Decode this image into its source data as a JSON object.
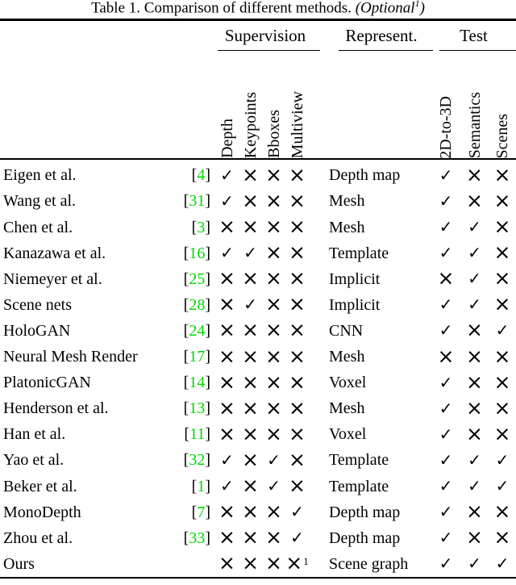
{
  "colors": {
    "citation_green": "#00D800",
    "text_black": "#000000"
  },
  "marks": {
    "yes": "✓",
    "no": "×"
  },
  "title": {
    "main": "Table 1. Comparison of different methods.",
    "optional": "(Optional",
    "optional_sup": "1",
    "optional_close": ")"
  },
  "header": {
    "groups": [
      {
        "label": "Supervision",
        "cols": [
          "Depth",
          "Keypoints",
          "Bboxes",
          "Multiview"
        ]
      },
      {
        "label": "Represent."
      },
      {
        "label": "Test",
        "cols": [
          "2D-to-3D",
          "Semantics",
          "Scenes"
        ]
      }
    ]
  },
  "rows": [
    {
      "method": "Eigen et al.",
      "cite": "4",
      "supervision": [
        "yes",
        "no",
        "no",
        "no"
      ],
      "represent": "Depth map",
      "test": [
        "yes",
        "no",
        "no"
      ]
    },
    {
      "method": "Wang et al.",
      "cite": "31",
      "supervision": [
        "yes",
        "no",
        "no",
        "no"
      ],
      "represent": "Mesh",
      "test": [
        "yes",
        "no",
        "no"
      ]
    },
    {
      "method": "Chen et al.",
      "cite": "3",
      "supervision": [
        "no",
        "no",
        "no",
        "no"
      ],
      "represent": "Mesh",
      "test": [
        "yes",
        "yes",
        "no"
      ]
    },
    {
      "method": "Kanazawa et al.",
      "cite": "16",
      "supervision": [
        "yes",
        "yes",
        "no",
        "no"
      ],
      "represent": "Template",
      "test": [
        "yes",
        "yes",
        "no"
      ]
    },
    {
      "method": "Niemeyer et al.",
      "cite": "25",
      "supervision": [
        "no",
        "no",
        "no",
        "no"
      ],
      "represent": "Implicit",
      "test": [
        "no",
        "yes",
        "no"
      ]
    },
    {
      "method": "Scene nets",
      "cite": "28",
      "supervision": [
        "no",
        "yes",
        "no",
        "no"
      ],
      "represent": "Implicit",
      "test": [
        "yes",
        "yes",
        "no"
      ]
    },
    {
      "method": "HoloGAN",
      "cite": "24",
      "supervision": [
        "no",
        "no",
        "no",
        "no"
      ],
      "represent": "CNN",
      "test": [
        "yes",
        "no",
        "yes"
      ]
    },
    {
      "method": "Neural Mesh Render",
      "cite": "17",
      "supervision": [
        "no",
        "no",
        "no",
        "no"
      ],
      "represent": "Mesh",
      "test": [
        "no",
        "no",
        "no"
      ]
    },
    {
      "method": "PlatonicGAN",
      "cite": "14",
      "supervision": [
        "no",
        "no",
        "no",
        "no"
      ],
      "represent": "Voxel",
      "test": [
        "yes",
        "no",
        "no"
      ]
    },
    {
      "method": "Henderson et al.",
      "cite": "13",
      "supervision": [
        "no",
        "no",
        "no",
        "no"
      ],
      "represent": "Mesh",
      "test": [
        "yes",
        "no",
        "no"
      ]
    },
    {
      "method": "Han et al.",
      "cite": "11",
      "supervision": [
        "no",
        "no",
        "no",
        "no"
      ],
      "represent": "Voxel",
      "test": [
        "yes",
        "no",
        "no"
      ]
    },
    {
      "method": "Yao et al.",
      "cite": "32",
      "supervision": [
        "yes",
        "no",
        "yes",
        "no"
      ],
      "represent": "Template",
      "test": [
        "yes",
        "yes",
        "yes"
      ]
    },
    {
      "method": "Beker et al.",
      "cite": "1",
      "supervision": [
        "yes",
        "no",
        "yes",
        "no"
      ],
      "represent": "Template",
      "test": [
        "yes",
        "yes",
        "yes"
      ]
    },
    {
      "method": "MonoDepth",
      "cite": "7",
      "supervision": [
        "no",
        "no",
        "no",
        "yes"
      ],
      "represent": "Depth map",
      "test": [
        "yes",
        "no",
        "no"
      ]
    },
    {
      "method": "Zhou et al.",
      "cite": "33",
      "supervision": [
        "no",
        "no",
        "no",
        "yes"
      ],
      "represent": "Depth map",
      "test": [
        "yes",
        "no",
        "no"
      ]
    },
    {
      "method": "Ours",
      "cite": "",
      "supervision": [
        "no",
        "no",
        "no",
        "no"
      ],
      "supervision_note": "1",
      "represent": "Scene graph",
      "test": [
        "yes",
        "yes",
        "yes"
      ]
    }
  ]
}
